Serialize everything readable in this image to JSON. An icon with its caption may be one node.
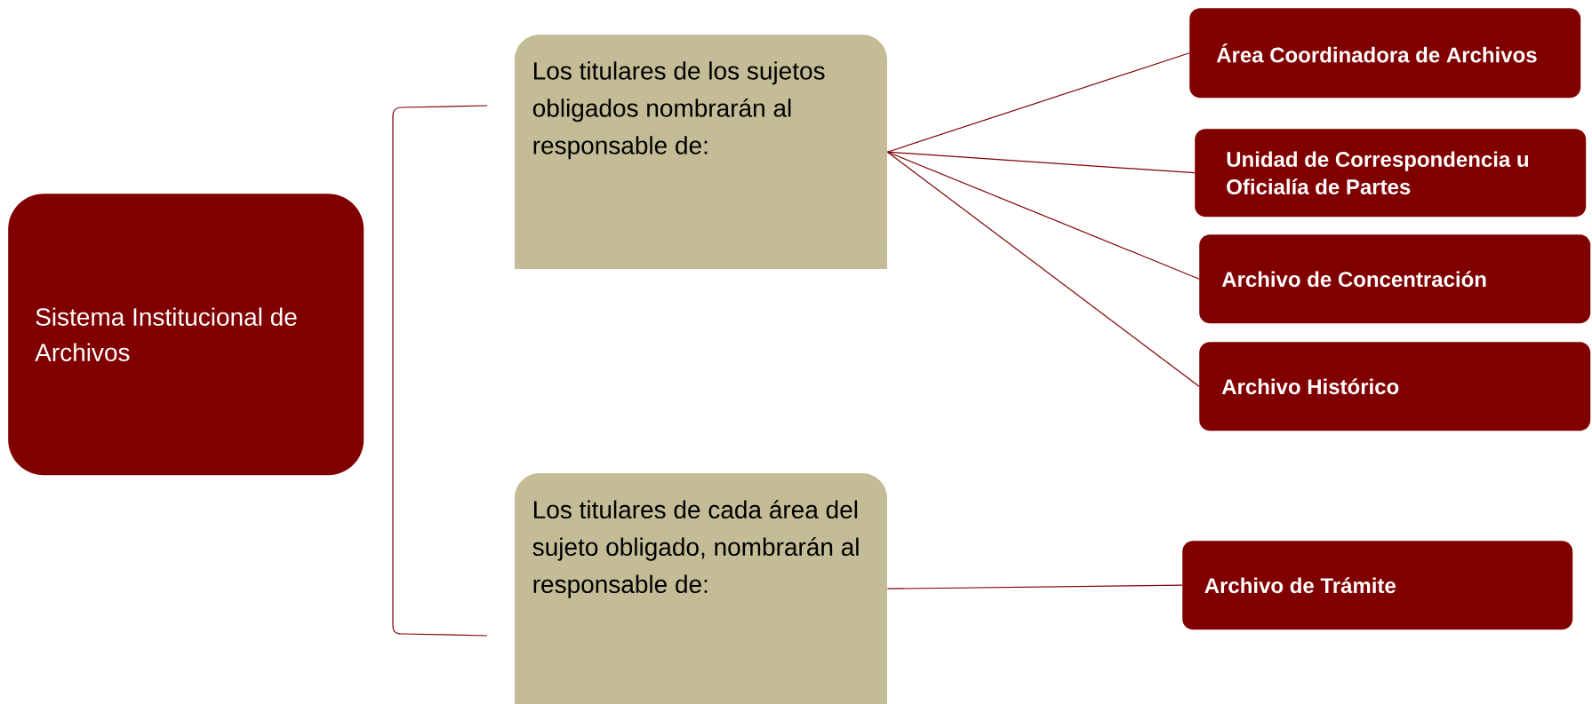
{
  "diagram": {
    "nodes": [
      {
        "text": [
          "Sistema Institucional de Archivos"
        ]
      },
      {
        "text": [
          "Los titulares de los sujetos obligados nombrarán al responsable de:"
        ]
      },
      {
        "text": [
          "Los titulares de cada área del sujeto obligado, nombrarán al responsable de:"
        ]
      },
      {
        "text": [
          "Área Coordinadora de Archivos"
        ]
      },
      {
        "text": [
          "Unidad de Correspondencia u Oficialía de Partes"
        ]
      },
      {
        "text": [
          "Archivo de Concentración"
        ]
      },
      {
        "text": [
          "Archivo Histórico"
        ]
      },
      {
        "text": [
          "Archivo  de Trámite"
        ]
      }
    ],
    "edges": [
      {
        "from": 1,
        "to": 3,
        "arrow": "none"
      },
      {
        "from": 1,
        "to": 4,
        "arrow": "none"
      },
      {
        "from": 1,
        "to": 5,
        "arrow": "none"
      },
      {
        "from": 1,
        "to": 6,
        "arrow": "none"
      },
      {
        "from": 2,
        "to": 7,
        "arrow": "none"
      }
    ]
  }
}
